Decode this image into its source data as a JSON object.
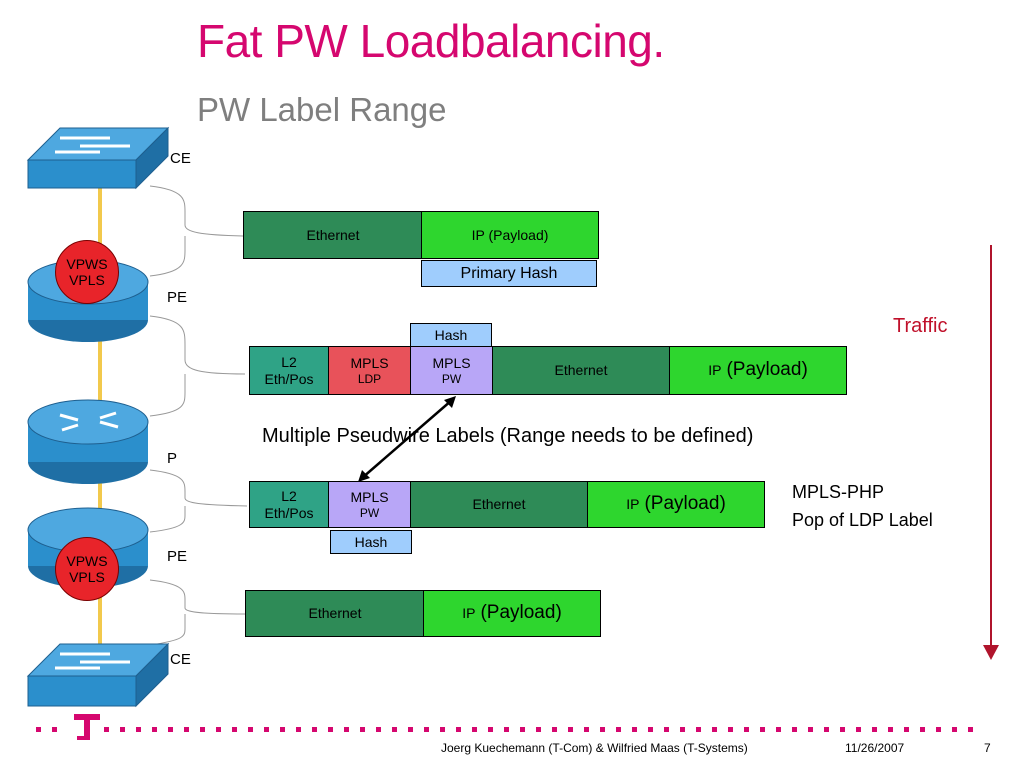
{
  "title": "Fat PW Loadbalancing.",
  "subtitle": "PW Label Range",
  "devices": {
    "ce_top": "CE",
    "pe_top": "PE",
    "p": "P",
    "pe_bottom": "PE",
    "ce_bottom": "CE",
    "vpws_top": {
      "line1": "VPWS",
      "line2": "VPLS"
    },
    "vpws_bottom": {
      "line1": "VPWS",
      "line2": "VPLS"
    }
  },
  "frame1": {
    "ethernet": "Ethernet",
    "ip": "IP (Payload)",
    "hash": "Primary Hash"
  },
  "frame2": {
    "hash": "Hash",
    "l2_line1": "L2",
    "l2_line2": "Eth/Pos",
    "mpls_ldp_line1": "MPLS",
    "mpls_ldp_line2": "LDP",
    "mpls_pw_line1": "MPLS",
    "mpls_pw_line2": "PW",
    "ethernet": "Ethernet",
    "ip_prefix": "IP",
    "ip_payload": "(Payload)"
  },
  "note_labels": "Multiple Pseudwire Labels (Range needs to be defined)",
  "frame3": {
    "l2_line1": "L2",
    "l2_line2": "Eth/Pos",
    "mpls_pw_line1": "MPLS",
    "mpls_pw_line2": "PW",
    "ethernet": "Ethernet",
    "ip_prefix": "IP",
    "ip_payload": "(Payload)",
    "hash": "Hash"
  },
  "php_note": {
    "line1": "MPLS-PHP",
    "line2": "Pop of LDP Label"
  },
  "frame4": {
    "ethernet": "Ethernet",
    "ip_prefix": "IP",
    "ip_payload": "(Payload)"
  },
  "traffic_label": "Traffic",
  "footer": {
    "authors": "Joerg Kuechemann (T-Com) & Wilfried Maas (T-Systems)",
    "date": "11/26/2007",
    "page": "7"
  },
  "colors": {
    "title": "#d5076f",
    "subtitle": "#7f7f7f",
    "ethernet": "#2e8b57",
    "ip": "#2ed62e",
    "hash": "#9fcdfd",
    "l2": "#2fa386",
    "mpls_ldp": "#e8525a",
    "mpls_pw": "#b8a6f7",
    "traffic_arrow": "#b0142c",
    "brand_magenta": "#d5076f"
  },
  "icons": {
    "ce": "switch-icon",
    "pe": "router-icon",
    "p": "router-icon",
    "logo": "telekom-t-logo"
  }
}
